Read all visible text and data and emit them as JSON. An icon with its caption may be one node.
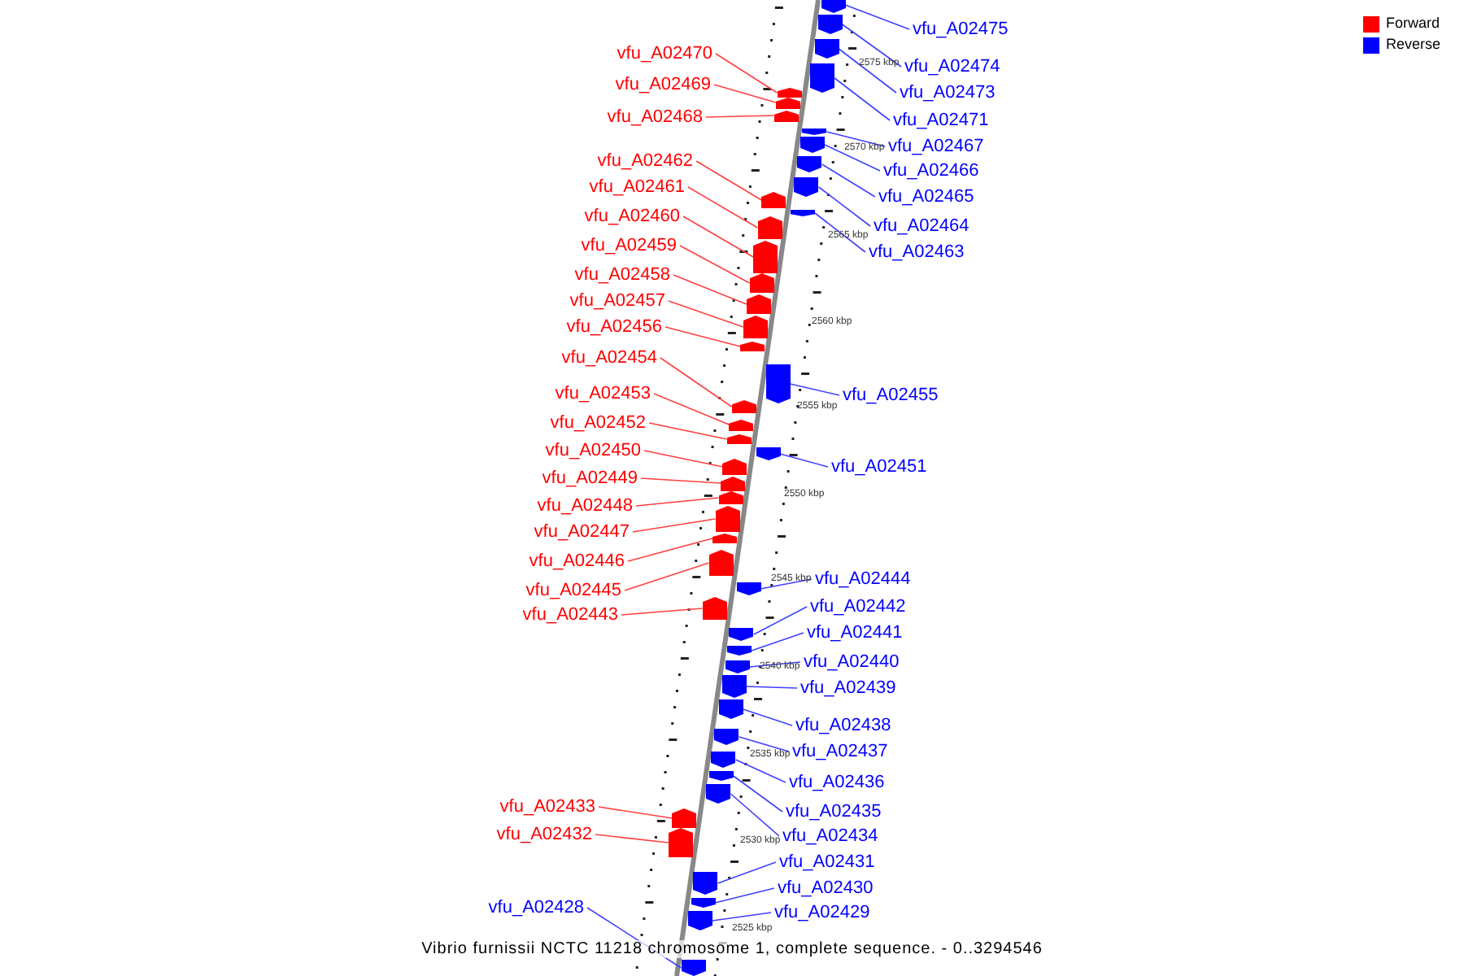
{
  "diagram": {
    "caption": "Vibrio furnissii NCTC 11218 chromosome 1, complete sequence. - 0..3294546",
    "nodes": [
      {
        "text": [
          "vfu_A02470"
        ]
      },
      {
        "text": [
          "vfu_A02469"
        ]
      },
      {
        "text": [
          "vfu_A02468"
        ]
      },
      {
        "text": [
          "vfu_A02462"
        ]
      },
      {
        "text": [
          "vfu_A02461"
        ]
      },
      {
        "text": [
          "vfu_A02460"
        ]
      },
      {
        "text": [
          "vfu_A02459"
        ]
      },
      {
        "text": [
          "vfu_A02458"
        ]
      },
      {
        "text": [
          "vfu_A02457"
        ]
      },
      {
        "text": [
          "vfu_A02456"
        ]
      },
      {
        "text": [
          "vfu_A02454"
        ]
      },
      {
        "text": [
          "vfu_A02453"
        ]
      },
      {
        "text": [
          "vfu_A02452"
        ]
      },
      {
        "text": [
          "vfu_A02450"
        ]
      },
      {
        "text": [
          "vfu_A02449"
        ]
      },
      {
        "text": [
          "vfu_A02448"
        ]
      },
      {
        "text": [
          "vfu_A02447"
        ]
      },
      {
        "text": [
          "vfu_A02446"
        ]
      },
      {
        "text": [
          "vfu_A02445"
        ]
      },
      {
        "text": [
          "vfu_A02443"
        ]
      },
      {
        "text": [
          "vfu_A02433"
        ]
      },
      {
        "text": [
          "vfu_A02432"
        ]
      },
      {
        "text": [
          "vfu_A02475"
        ]
      },
      {
        "text": [
          "vfu_A02474"
        ]
      },
      {
        "text": [
          "vfu_A02473"
        ]
      },
      {
        "text": [
          "vfu_A02471"
        ]
      },
      {
        "text": [
          "vfu_A02467"
        ]
      },
      {
        "text": [
          "vfu_A02466"
        ]
      },
      {
        "text": [
          "vfu_A02465"
        ]
      },
      {
        "text": [
          "vfu_A02464"
        ]
      },
      {
        "text": [
          "vfu_A02463"
        ]
      },
      {
        "text": [
          "vfu_A02455"
        ]
      },
      {
        "text": [
          "vfu_A02451"
        ]
      },
      {
        "text": [
          "vfu_A02444"
        ]
      },
      {
        "text": [
          "vfu_A02442"
        ]
      },
      {
        "text": [
          "vfu_A02441"
        ]
      },
      {
        "text": [
          "vfu_A02440"
        ]
      },
      {
        "text": [
          "vfu_A02439"
        ]
      },
      {
        "text": [
          "vfu_A02438"
        ]
      },
      {
        "text": [
          "vfu_A02437"
        ]
      },
      {
        "text": [
          "vfu_A02436"
        ]
      },
      {
        "text": [
          "vfu_A02435"
        ]
      },
      {
        "text": [
          "vfu_A02434"
        ]
      },
      {
        "text": [
          "vfu_A02431"
        ]
      },
      {
        "text": [
          "vfu_A02430"
        ]
      },
      {
        "text": [
          "vfu_A02429"
        ]
      },
      {
        "text": [
          "vfu_A02428"
        ]
      },
      {
        "text": [],
        "shape": "pentagon"
      },
      {
        "text": [],
        "shape": "pentagon"
      },
      {
        "text": [],
        "shape": "pentagon"
      },
      {
        "text": [],
        "shape": "pentagon"
      },
      {
        "text": [],
        "shape": "pentagon"
      },
      {
        "text": [],
        "shape": "pentagon"
      },
      {
        "text": [],
        "shape": "pentagon"
      },
      {
        "text": [],
        "shape": "pentagon"
      },
      {
        "text": [],
        "shape": "pentagon"
      },
      {
        "text": [],
        "shape": "pentagon"
      },
      {
        "text": [],
        "shape": "pentagon"
      },
      {
        "text": [],
        "shape": "pentagon"
      },
      {
        "text": [],
        "shape": "pentagon"
      },
      {
        "text": [],
        "shape": "pentagon"
      },
      {
        "text": [],
        "shape": "pentagon"
      },
      {
        "text": [],
        "shape": "pentagon"
      },
      {
        "text": [],
        "shape": "pentagon"
      },
      {
        "text": [],
        "shape": "pentagon"
      },
      {
        "text": [],
        "shape": "pentagon"
      },
      {
        "text": [],
        "shape": "pentagon"
      },
      {
        "text": [],
        "shape": "pentagon"
      },
      {
        "text": [],
        "shape": "pentagon"
      },
      {
        "text": [],
        "shape": "pentagon"
      },
      {
        "text": [],
        "shape": "pentagon"
      },
      {
        "text": [],
        "shape": "pentagon"
      },
      {
        "text": [],
        "shape": "pentagon"
      },
      {
        "text": [],
        "shape": "pentagon"
      },
      {
        "text": [],
        "shape": "pentagon"
      },
      {
        "text": [],
        "shape": "pentagon"
      },
      {
        "text": [],
        "shape": "pentagon"
      },
      {
        "text": [],
        "shape": "pentagon"
      },
      {
        "text": [],
        "shape": "pentagon"
      },
      {
        "text": [],
        "shape": "pentagon"
      },
      {
        "text": [],
        "shape": "pentagon"
      },
      {
        "text": [],
        "shape": "pentagon"
      },
      {
        "text": [],
        "shape": "pentagon"
      },
      {
        "text": [],
        "shape": "pentagon"
      },
      {
        "text": [],
        "shape": "pentagon"
      },
      {
        "text": [],
        "shape": "pentagon"
      },
      {
        "text": [],
        "shape": "pentagon"
      },
      {
        "text": [],
        "shape": "pentagon"
      },
      {
        "text": [],
        "shape": "pentagon"
      },
      {
        "text": [],
        "shape": "pentagon"
      },
      {
        "text": [],
        "shape": "pentagon"
      },
      {
        "text": [],
        "shape": "pentagon"
      },
      {
        "text": [],
        "shape": "pentagon"
      },
      {
        "text": [],
        "shape": "pentagon"
      }
    ],
    "edges": [
      {
        "from": 0,
        "to": 47,
        "arrow": "none",
        "color": "#ff4040"
      },
      {
        "from": 1,
        "to": 48,
        "arrow": "none",
        "color": "#ff4040"
      },
      {
        "from": 2,
        "to": 49,
        "arrow": "none",
        "color": "#ff4040"
      },
      {
        "from": 3,
        "to": 50,
        "arrow": "none",
        "color": "#ff4040"
      },
      {
        "from": 4,
        "to": 51,
        "arrow": "none",
        "color": "#ff4040"
      },
      {
        "from": 5,
        "to": 52,
        "arrow": "none",
        "color": "#ff4040"
      },
      {
        "from": 6,
        "to": 53,
        "arrow": "none",
        "color": "#ff4040"
      },
      {
        "from": 7,
        "to": 54,
        "arrow": "none",
        "color": "#ff4040"
      },
      {
        "from": 8,
        "to": 55,
        "arrow": "none",
        "color": "#ff4040"
      },
      {
        "from": 9,
        "to": 56,
        "arrow": "none",
        "color": "#ff4040"
      },
      {
        "from": 10,
        "to": 57,
        "arrow": "none",
        "color": "#ff4040"
      },
      {
        "from": 11,
        "to": 58,
        "arrow": "none",
        "color": "#ff4040"
      },
      {
        "from": 12,
        "to": 59,
        "arrow": "none",
        "color": "#ff4040"
      },
      {
        "from": 13,
        "to": 60,
        "arrow": "none",
        "color": "#ff4040"
      },
      {
        "from": 14,
        "to": 61,
        "arrow": "none",
        "color": "#ff4040"
      },
      {
        "from": 15,
        "to": 62,
        "arrow": "none",
        "color": "#ff4040"
      },
      {
        "from": 16,
        "to": 63,
        "arrow": "none",
        "color": "#ff4040"
      },
      {
        "from": 17,
        "to": 64,
        "arrow": "none",
        "color": "#ff4040"
      },
      {
        "from": 18,
        "to": 65,
        "arrow": "none",
        "color": "#ff4040"
      },
      {
        "from": 19,
        "to": 66,
        "arrow": "none",
        "color": "#ff4040"
      },
      {
        "from": 20,
        "to": 67,
        "arrow": "none",
        "color": "#ff4040"
      },
      {
        "from": 21,
        "to": 68,
        "arrow": "none",
        "color": "#ff4040"
      },
      {
        "from": 22,
        "to": 69,
        "arrow": "none",
        "color": "#4040ff"
      },
      {
        "from": 23,
        "to": 70,
        "arrow": "none",
        "color": "#4040ff"
      },
      {
        "from": 24,
        "to": 71,
        "arrow": "none",
        "color": "#4040ff"
      },
      {
        "from": 25,
        "to": 72,
        "arrow": "none",
        "color": "#4040ff"
      },
      {
        "from": 26,
        "to": 73,
        "arrow": "none",
        "color": "#4040ff"
      },
      {
        "from": 27,
        "to": 74,
        "arrow": "none",
        "color": "#4040ff"
      },
      {
        "from": 28,
        "to": 75,
        "arrow": "none",
        "color": "#4040ff"
      },
      {
        "from": 29,
        "to": 76,
        "arrow": "none",
        "color": "#4040ff"
      },
      {
        "from": 30,
        "to": 77,
        "arrow": "none",
        "color": "#4040ff"
      },
      {
        "from": 31,
        "to": 78,
        "arrow": "none",
        "color": "#4040ff"
      },
      {
        "from": 32,
        "to": 79,
        "arrow": "none",
        "color": "#4040ff"
      },
      {
        "from": 33,
        "to": 80,
        "arrow": "none",
        "color": "#4040ff"
      },
      {
        "from": 34,
        "to": 81,
        "arrow": "none",
        "color": "#4040ff"
      },
      {
        "from": 35,
        "to": 82,
        "arrow": "none",
        "color": "#4040ff"
      },
      {
        "from": 36,
        "to": 83,
        "arrow": "none",
        "color": "#4040ff"
      },
      {
        "from": 37,
        "to": 84,
        "arrow": "none",
        "color": "#4040ff"
      },
      {
        "from": 38,
        "to": 85,
        "arrow": "none",
        "color": "#4040ff"
      },
      {
        "from": 39,
        "to": 86,
        "arrow": "none",
        "color": "#4040ff"
      },
      {
        "from": 40,
        "to": 87,
        "arrow": "none",
        "color": "#4040ff"
      },
      {
        "from": 41,
        "to": 88,
        "arrow": "none",
        "color": "#4040ff"
      },
      {
        "from": 42,
        "to": 89,
        "arrow": "none",
        "color": "#4040ff"
      },
      {
        "from": 43,
        "to": 90,
        "arrow": "none",
        "color": "#4040ff"
      },
      {
        "from": 44,
        "to": 91,
        "arrow": "none",
        "color": "#4040ff"
      },
      {
        "from": 45,
        "to": 92,
        "arrow": "none",
        "color": "#4040ff"
      },
      {
        "from": 46,
        "to": 93,
        "arrow": "none",
        "color": "#4040ff"
      }
    ],
    "labels": [
      "2575 kbp",
      "2570 kbp",
      "2565 kbp",
      "2560 kbp",
      "2555 kbp",
      "2550 kbp",
      "2545 kbp",
      "2540 kbp",
      "2535 kbp",
      "2530 kbp",
      "2525 kbp"
    ],
    "legend": [
      {
        "text": "Forward",
        "color": "#ff0000"
      },
      {
        "text": "Reverse",
        "color": "#0000ff"
      }
    ]
  }
}
